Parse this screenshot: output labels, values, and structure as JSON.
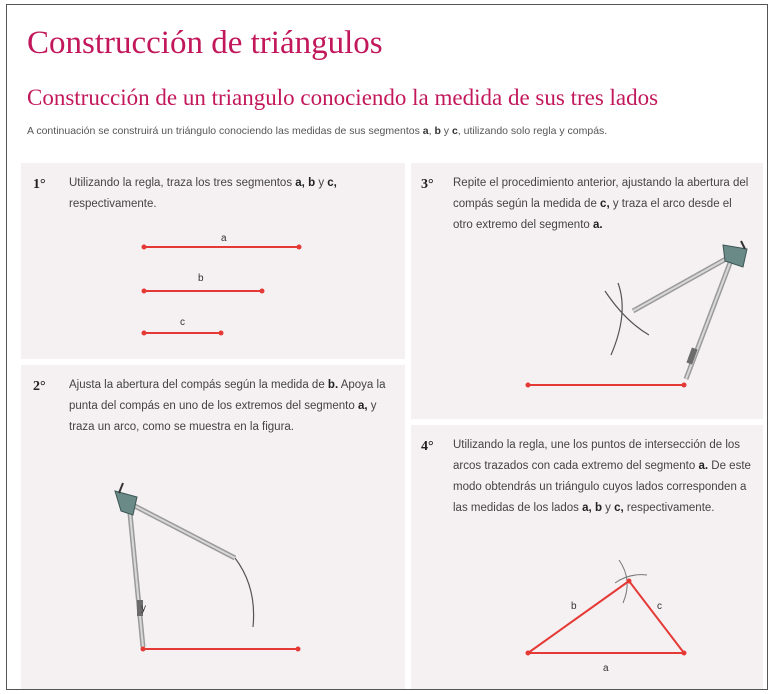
{
  "title": "Construcción de triángulos",
  "subtitle": "Construcción de un triangulo conociendo la medida de sus tres lados",
  "intro": {
    "text": "A continuación se construirá un triángulo conociendo las medidas de sus segmentos",
    "seg_a": "a",
    "sep1": ",",
    "seg_b": "b",
    "and": "y",
    "seg_c": "c",
    "tail": ", utilizando solo regla y compás."
  },
  "steps": [
    {
      "number": "1°",
      "text_1": "Utilizando la regla, traza los tres segmentos",
      "seg_a": "a,",
      "seg_b": "b",
      "and": "y",
      "seg_c": "c,",
      "text_2": "respectivamente."
    },
    {
      "number": "2°",
      "text_1": "Ajusta la abertura del compás según la medida de",
      "seg_b": "b.",
      "text_2": "Apoya la punta del compás en uno de los extremos del segmento",
      "seg_a": "a,",
      "text_3": "y traza un arco, como se muestra en la figura."
    },
    {
      "number": "3°",
      "text_1": "Repite el procedimiento anterior, ajustando la abertura del compás según la medida de",
      "seg_c": "c,",
      "text_2": "y traza el arco desde el otro extremo del segmento",
      "seg_a": "a."
    },
    {
      "number": "4°",
      "text_1": "Utilizando la regla, une los puntos de intersección de los arcos trazados con cada extremo del segmento",
      "seg_a": "a.",
      "text_2": "De este modo obtendrás un triángulo cuyos lados corresponden a las medidas de los lados",
      "seg_a2": "a,",
      "seg_b": "b",
      "and": "y",
      "seg_c": "c,",
      "text_3": "respectivamente."
    }
  ],
  "labels": {
    "a": "a",
    "b": "b",
    "c": "c",
    "y": "y"
  },
  "colors": {
    "title": "#c2185b",
    "segment": "#e53935",
    "panel": "#f5f0f2"
  }
}
